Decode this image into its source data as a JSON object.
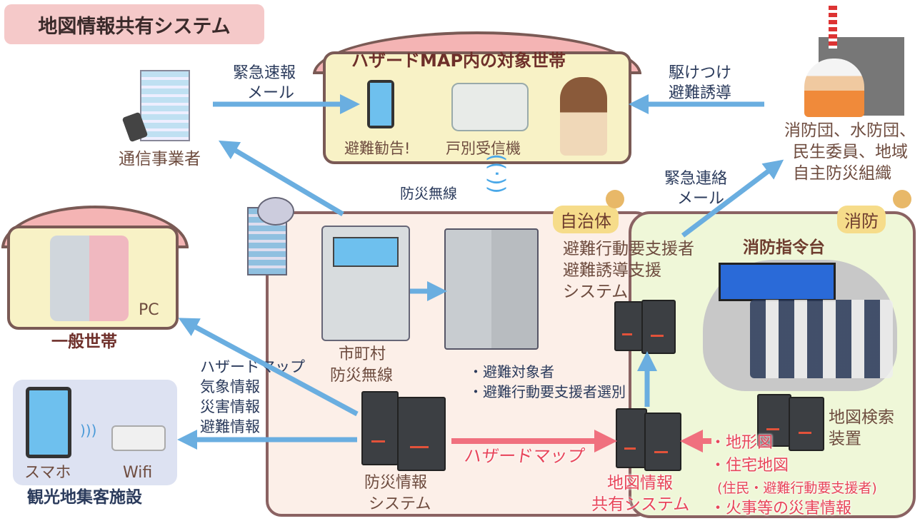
{
  "title": "地図情報共有システム",
  "hazard_house": {
    "title": "ハザードMAP内の対象世帯",
    "phone_label": "避難勧告!",
    "receiver_label": "戸別受信機"
  },
  "telecom": {
    "label": "通信事業者",
    "arrow_label": [
      "緊急速報",
      "メール"
    ]
  },
  "responders": {
    "arrow_label": [
      "駆けつけ",
      "避難誘導"
    ],
    "label": [
      "消防団、水防団、",
      "民生委員、地域",
      "自主防災組織"
    ]
  },
  "radio_label": "防災無線",
  "general_house": {
    "pc_label": "PC",
    "label": "一般世帯"
  },
  "tourist": {
    "phone_label": "スマホ",
    "wifi_label": "Wifi",
    "label": "観光地集客施設"
  },
  "municipality": {
    "tag": "自治体",
    "radio_system": [
      "市町村",
      "防災無線"
    ],
    "server_notes": [
      "・避難対象者",
      "・避難行動要支援者選別"
    ],
    "support_system": [
      "避難行動要支援者",
      "避難誘導支援",
      "システム"
    ],
    "info_system": [
      "防災情報",
      "システム"
    ],
    "info_list": [
      "ハザードマップ",
      "気象情報",
      "災害情報",
      "避難情報"
    ],
    "hazard_arrow_label": "ハザードマップ",
    "emergency_mail": [
      "緊急連絡",
      "メール"
    ]
  },
  "fire": {
    "tag": "消防",
    "command_center": "消防指令台",
    "search_device": [
      "地図検索",
      "装置"
    ],
    "map_system": [
      "地図情報",
      "共有システム"
    ],
    "data_list": [
      "・地形図",
      "・住宅地図",
      "(住民・避難行動要支援者)",
      "・火事等の災害情報"
    ]
  },
  "colors": {
    "arrow_blue": "#6aaee0",
    "arrow_red": "#f0707e",
    "accent_red": "#e8455a"
  }
}
